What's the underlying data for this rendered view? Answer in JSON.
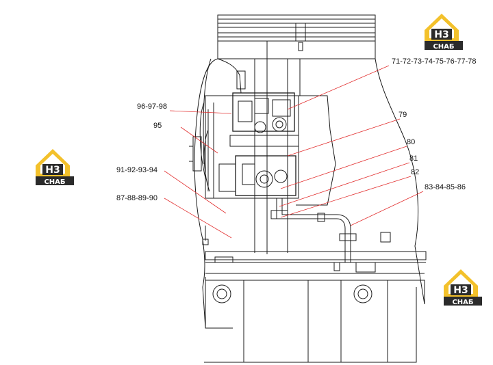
{
  "logo": {
    "mark": "H3",
    "text": "СНАБ",
    "accent": "#f3c12b",
    "dark": "#2b2b2b"
  },
  "callouts": [
    {
      "id": "c1",
      "text": "71-72-73-74-75-76-77-78"
    },
    {
      "id": "c2",
      "text": "79"
    },
    {
      "id": "c3",
      "text": "80"
    },
    {
      "id": "c4",
      "text": "81"
    },
    {
      "id": "c5",
      "text": "82"
    },
    {
      "id": "c6",
      "text": "83-84-85-86"
    },
    {
      "id": "c7",
      "text": "96-97-98"
    },
    {
      "id": "c8",
      "text": "95"
    },
    {
      "id": "c9",
      "text": "91-92-93-94"
    },
    {
      "id": "c10",
      "text": "87-88-89-90"
    }
  ],
  "colors": {
    "line": "#1a1a1a",
    "leader": "#e23030"
  }
}
